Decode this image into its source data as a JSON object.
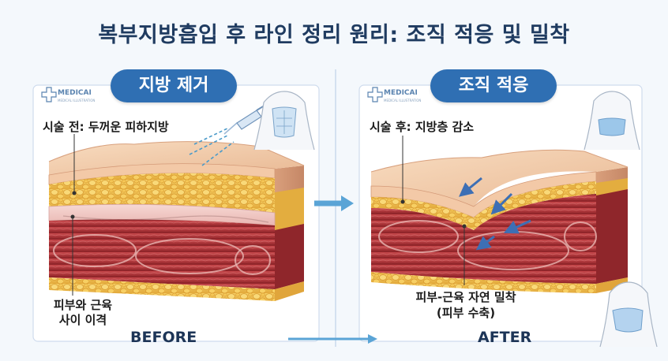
{
  "title": "복부지방흡입 후 라인 정리 원리: 조직 적응 및 밀착",
  "brand": {
    "name": "MEDICAI",
    "sub": "MEDICAL ILLUSTRATION"
  },
  "before": {
    "badge": "지방 제거",
    "top_label": "시술 전: 두꺼운 피하지방",
    "gap_label_1": "피부와 근육",
    "gap_label_2": "사이 이격",
    "caption": "BEFORE"
  },
  "after": {
    "badge": "조직 적응",
    "top_label": "시술 후: 지방층 감소",
    "adhesion_label_1": "피부-근육 자연 밀착",
    "adhesion_label_2": "(피부 수축)",
    "caption": "AFTER"
  },
  "colors": {
    "title": "#1f3b60",
    "badge": "#2f6fb3",
    "skin": "#f2c9a8",
    "fat": "#f0c24c",
    "muscle": "#b3363a",
    "arrow": "#5aa4d6"
  }
}
